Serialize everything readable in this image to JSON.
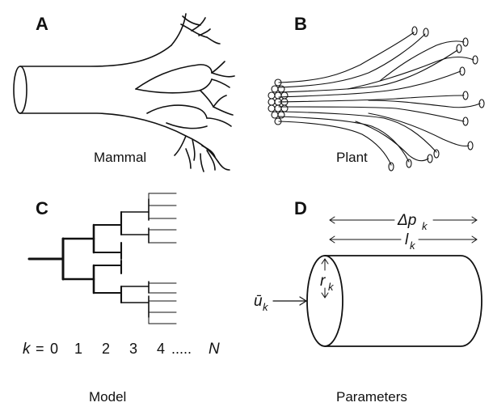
{
  "panels": {
    "a": {
      "letter": "A",
      "caption": "Mammal"
    },
    "b": {
      "letter": "B",
      "caption": "Plant"
    },
    "c": {
      "letter": "C",
      "caption": "Model",
      "axis": {
        "k_label": "k",
        "equals": "=",
        "first": "0",
        "levels": [
          "1",
          "2",
          "3",
          "4"
        ],
        "dots": ".....",
        "last": "N"
      }
    },
    "d": {
      "letter": "D",
      "caption": "Parameters",
      "dp": {
        "sym": "Δp",
        "sub": "k"
      },
      "l": {
        "sym": "l",
        "sub": "k"
      },
      "r": {
        "sym": "r",
        "sub": "k"
      },
      "u": {
        "sym": "ū",
        "sub": "k"
      }
    }
  }
}
